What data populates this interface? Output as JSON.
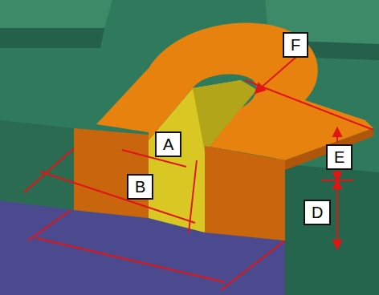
{
  "diagram": {
    "labels": [
      "F",
      "A",
      "E",
      "B",
      "D"
    ]
  }
}
